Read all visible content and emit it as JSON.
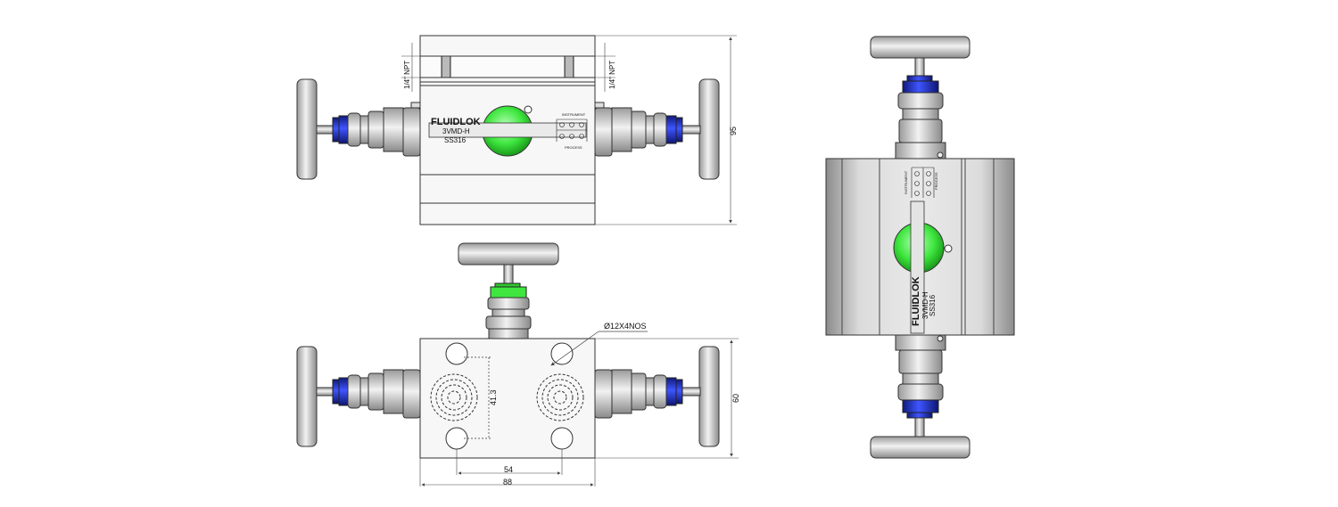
{
  "labels": {
    "brand": "FLUIDLOK",
    "model": "3VMD-H",
    "material": "SS316",
    "instrument": "INSTRUMENT",
    "process": "PROCESS",
    "npt_left": "1/4\" NPT",
    "npt_right": "1/4\" NPT",
    "height_top": "95",
    "hole_note": "Ø12X4NOS",
    "hole_vertical": "41.3",
    "height_bottom": "60",
    "hole_spacing": "54",
    "overall_width": "88"
  },
  "colors": {
    "body": "#d6d6d6",
    "body_dark": "#b3b3b3",
    "steel": "#cfcfcf",
    "gland": "#1f2fbf",
    "seat": "#3ee63e",
    "outline": "#333333",
    "dim_line": "#444444"
  }
}
